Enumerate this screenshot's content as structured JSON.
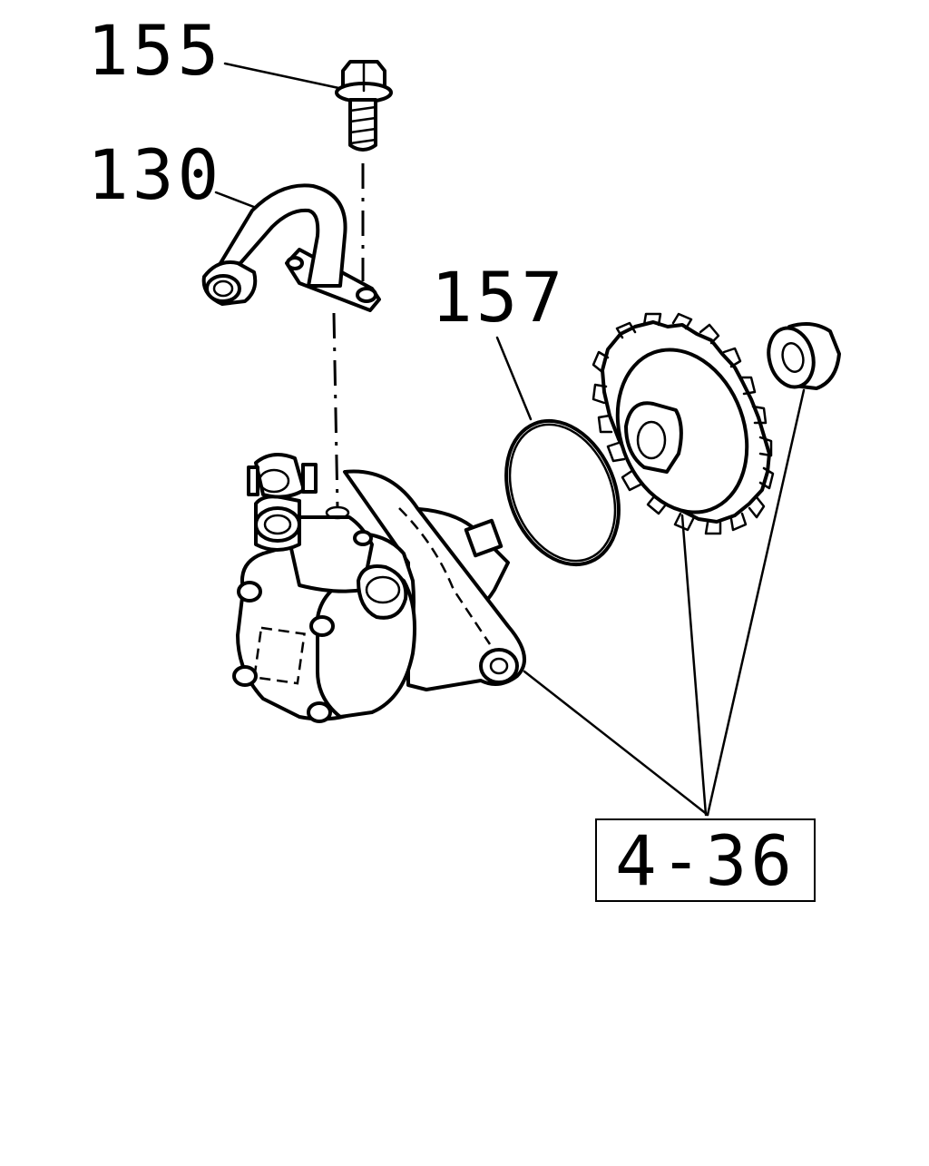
{
  "callouts": {
    "bolt": "155",
    "pipe": "130",
    "o_ring": "157",
    "reference": "4-36"
  },
  "colors": {
    "line": "#000000",
    "background": "#ffffff"
  }
}
